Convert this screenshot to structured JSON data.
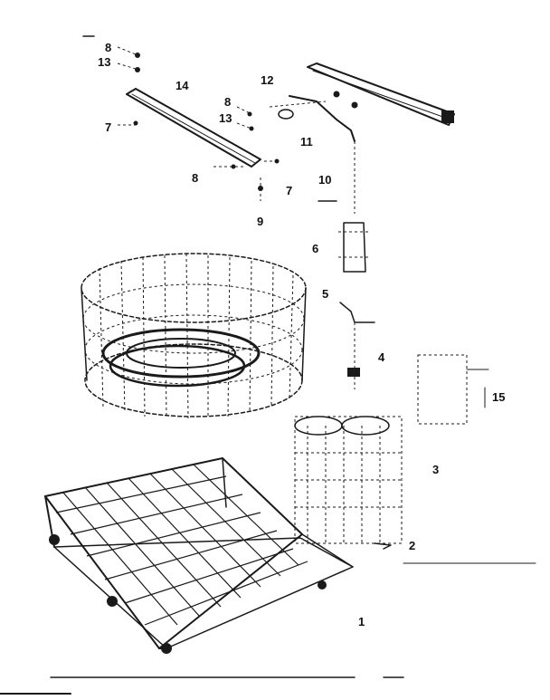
{
  "diagram": {
    "type": "exploded parts diagram",
    "subject": "dishwasher racks and spray arm assembly",
    "colors": {
      "ink": "#1a1a1a",
      "paper": "#ffffff"
    }
  },
  "labels": {
    "p1": "1",
    "p2": "2",
    "p3": "3",
    "p4": "4",
    "p5": "5",
    "p6": "6",
    "p7a": "7",
    "p7b": "7",
    "p8a": "8",
    "p8b": "8",
    "p8c": "8",
    "p9": "9",
    "p10": "10",
    "p11": "11",
    "p12": "12",
    "p13a": "13",
    "p13b": "13",
    "p14": "14",
    "p15": "15"
  }
}
